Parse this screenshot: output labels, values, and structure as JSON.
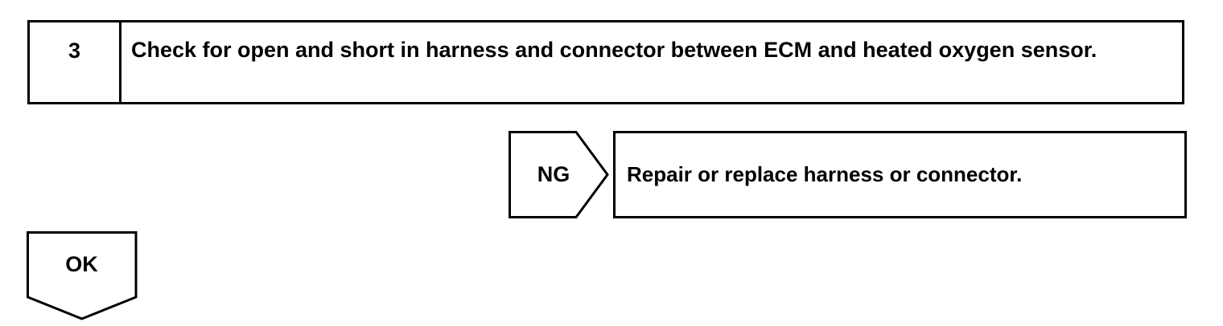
{
  "step": {
    "number": "3",
    "title": "Check for open and short in harness and connector between ECM and heated oxygen sensor."
  },
  "ng_branch": {
    "label": "NG",
    "action": "Repair or replace harness or connector."
  },
  "ok_branch": {
    "label": "OK"
  }
}
